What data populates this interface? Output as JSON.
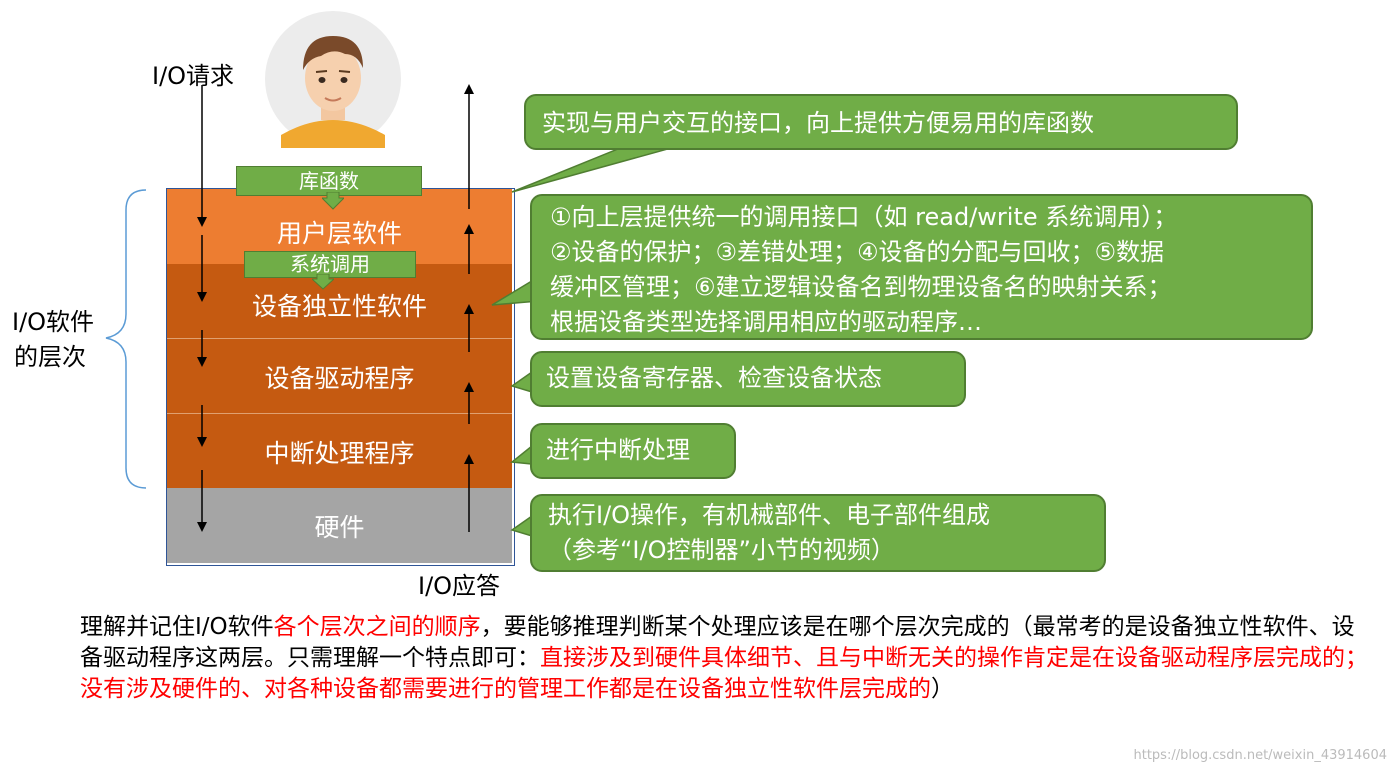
{
  "labels": {
    "io_request": "I/O请求",
    "io_response": "I/O应答",
    "io_software_line1": "I/O软件",
    "io_software_line2": "的层次"
  },
  "tags": {
    "library": "库函数",
    "syscall": "系统调用"
  },
  "layers": [
    {
      "label": "用户层软件",
      "color": "#ed7d31"
    },
    {
      "label": "设备独立性软件",
      "color": "#c55a11"
    },
    {
      "label": "设备驱动程序",
      "color": "#c55a11"
    },
    {
      "label": "中断处理程序",
      "color": "#c55a11"
    },
    {
      "label": "硬件",
      "color": "#a5a5a5"
    }
  ],
  "callouts": {
    "user": "实现与用户交互的接口，向上提供方便易用的库函数",
    "indep_lines": [
      "①向上层提供统一的调用接口（如 read/write 系统调用）；",
      "②设备的保护；③差错处理；④设备的分配与回收；⑤数据",
      "缓冲区管理；⑥建立逻辑设备名到物理设备名的映射关系；",
      "根据设备类型选择调用相应的驱动程序…"
    ],
    "driver": "设置设备寄存器、检查设备状态",
    "interrupt": "进行中断处理",
    "hardware_lines": [
      "执行I/O操作，有机械部件、电子部件组成",
      "（参考“I/O控制器”小节的视频）"
    ]
  },
  "note": {
    "p1": "理解并记住I/O软件",
    "p2": "各个层次之间的顺序",
    "p3": "，要能够推理判断某个处理应该是在哪个层次完成的（最常考的是设备独立性软件、设备驱动程序这两层。只需理解一个特点即可：",
    "p4": "直接涉及到硬件具体细节、且与中断无关的操作肯定是在设备驱动程序层完成的；没有涉及硬件的、对各种设备都需要进行的管理工作都是在设备独立性软件层完成的",
    "p5": "）"
  },
  "watermark": "https://blog.csdn.net/weixin_43914604",
  "colors": {
    "green": "#70ad47",
    "orange_light": "#ed7d31",
    "orange_dark": "#c55a11",
    "gray": "#a5a5a5",
    "red_text": "#ff0000"
  }
}
